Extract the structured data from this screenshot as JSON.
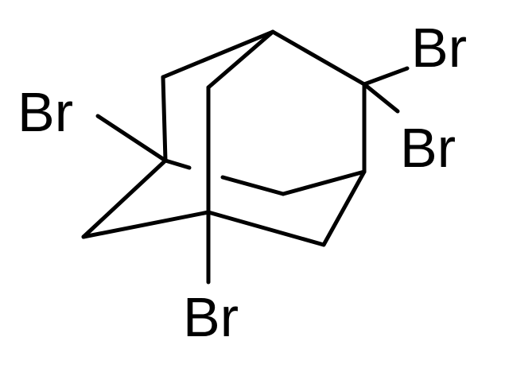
{
  "molecule": {
    "atoms": {
      "br_left": "Br",
      "br_top_right": "Br",
      "br_right": "Br",
      "br_bottom": "Br"
    },
    "bond_color": "#000000",
    "background_color": "#ffffff"
  }
}
